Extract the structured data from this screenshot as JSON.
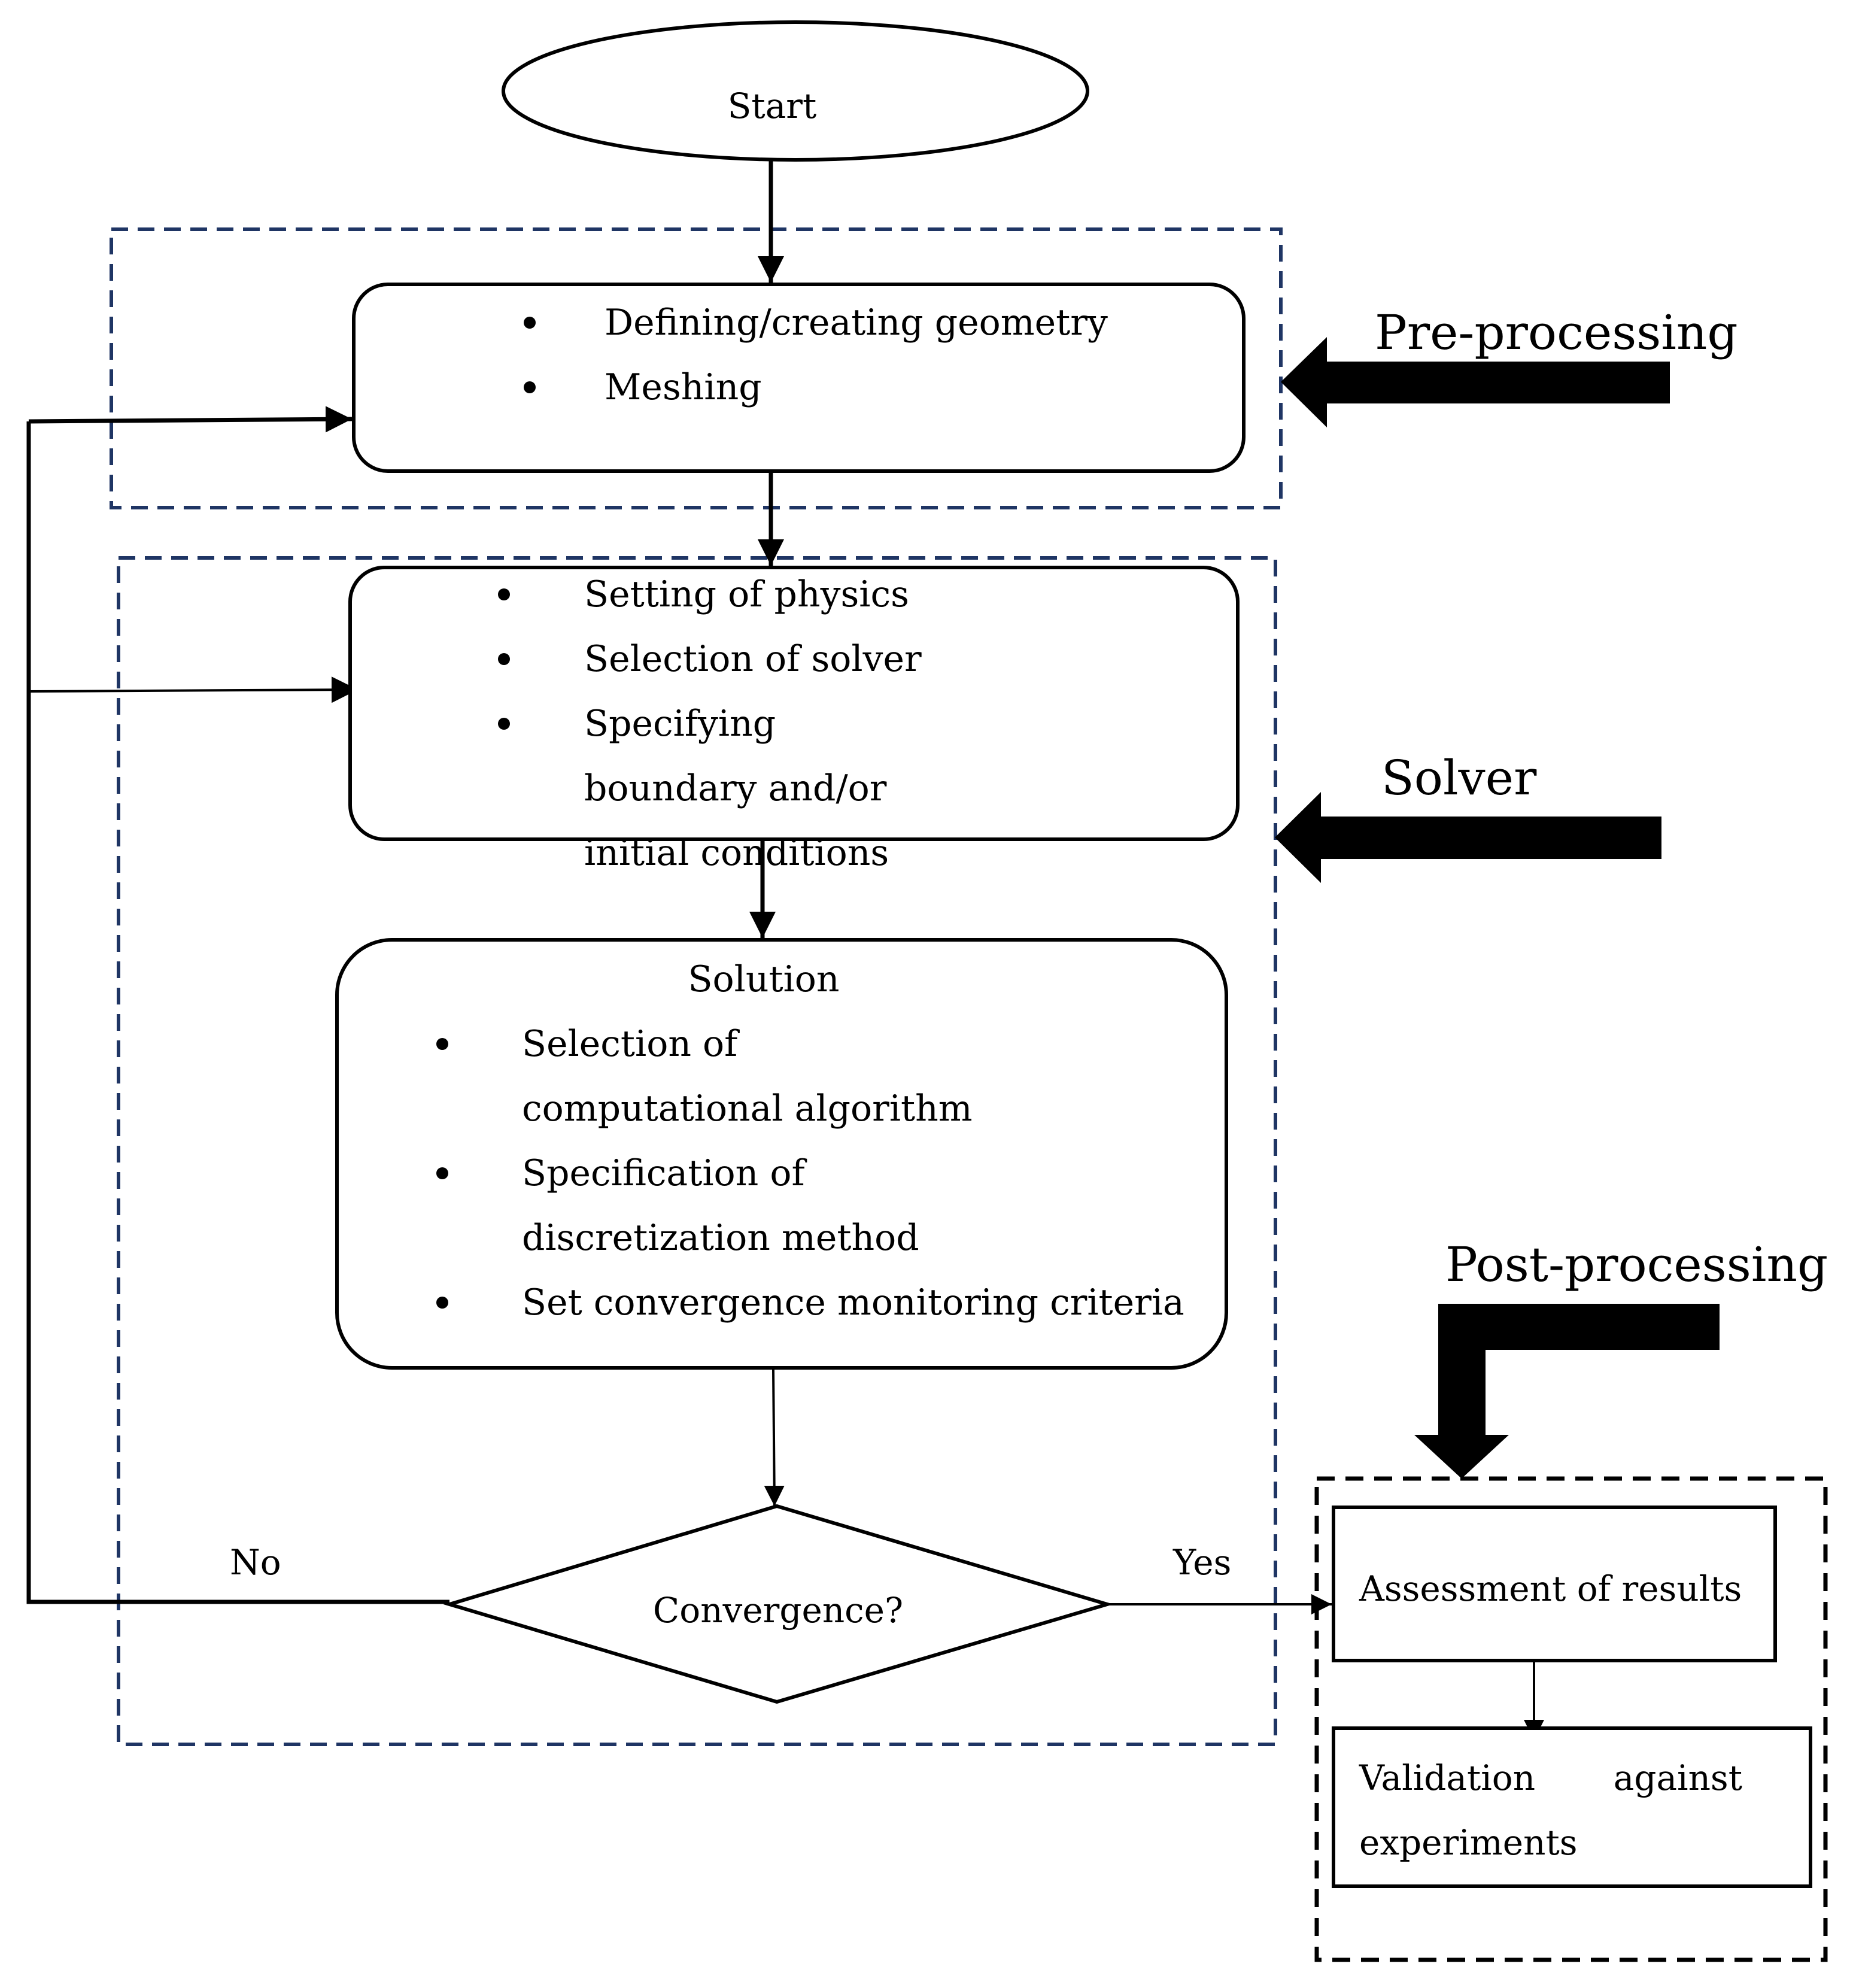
{
  "start": {
    "label": "Start"
  },
  "preprocessing": {
    "stage_label": "Pre-processing",
    "items": [
      "Defining/creating geometry",
      "Meshing"
    ]
  },
  "solver": {
    "stage_label": "Solver",
    "items": [
      "Setting of physics",
      "Selection of solver",
      "Specifying boundary and/or initial conditions"
    ]
  },
  "solution": {
    "title": "Solution",
    "items": [
      "Selection of computational algorithm",
      "Specification of discretization method",
      "Set convergence monitoring criteria"
    ]
  },
  "decision": {
    "label": "Convergence?",
    "no_label": "No",
    "yes_label": "Yes"
  },
  "postprocessing": {
    "stage_label": "Post-processing",
    "assessment": "Assessment of results",
    "validation": "Validation against experiments"
  },
  "colors": {
    "line": "#000000",
    "dashed_region": "#1f3564",
    "post_region": "#000000"
  }
}
